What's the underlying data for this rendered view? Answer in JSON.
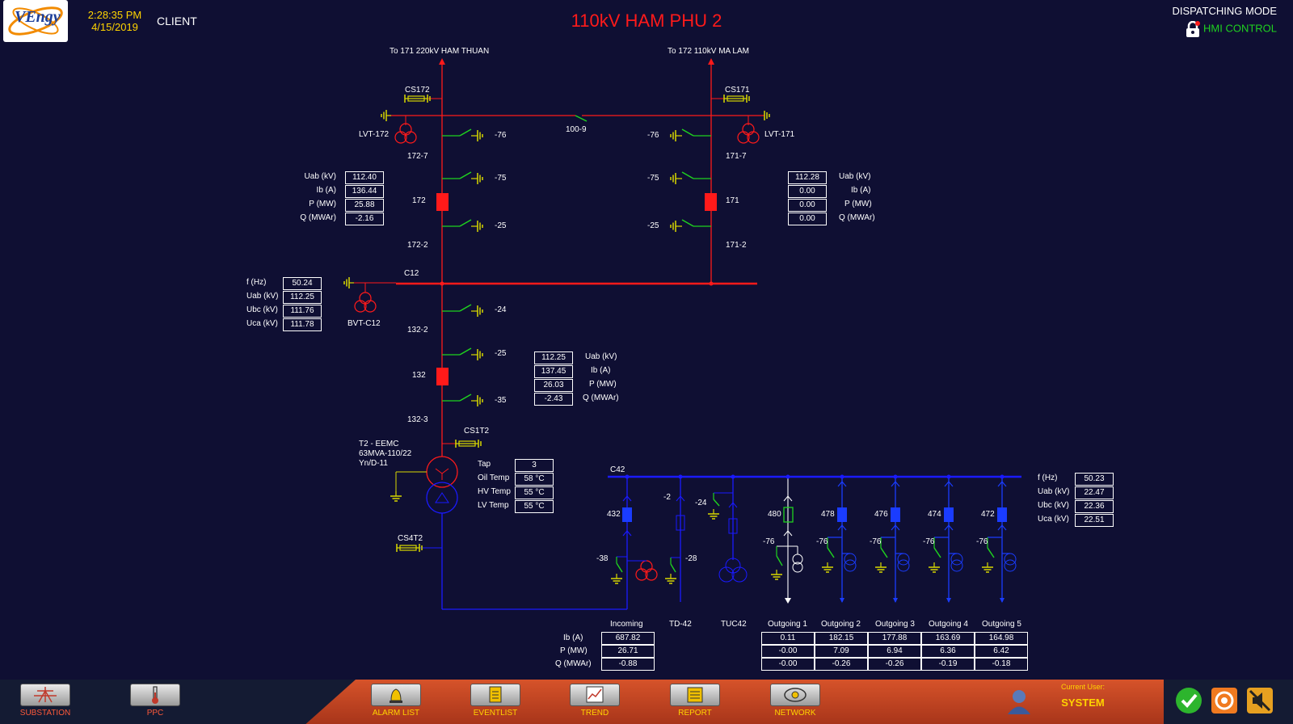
{
  "header": {
    "logo_text": "VEngy",
    "time": "2:28:35 PM",
    "date": "4/15/2019",
    "client": "CLIENT",
    "title": "110kV HAM PHU 2",
    "mode_label": "DISPATCHING MODE",
    "control_label": "HMI CONTROL"
  },
  "lines": {
    "left_feeder": "To 171 220kV HAM THUAN",
    "right_feeder": "To 172 110kV MA LAM"
  },
  "labels": {
    "cs172": "CS172",
    "cs171": "CS171",
    "lvt172": "LVT-172",
    "lvt171": "LVT-171",
    "d100_9": "100-9",
    "n172_7": "172-7",
    "n171_7": "171-7",
    "n172": "172",
    "n171": "171",
    "n172_2": "172-2",
    "n171_2": "171-2",
    "c12": "C12",
    "bvtc12": "BVT-C12",
    "n132_2": "132-2",
    "n132": "132",
    "n132_3": "132-3",
    "cs1t2": "CS1T2",
    "cs4t2": "CS4T2",
    "t2_line1": "T2 - EEMC",
    "t2_line2": "63MVA-110/22",
    "t2_line3": "Yn/D-11",
    "c42": "C42",
    "m76": "-76",
    "m75": "-75",
    "m25": "-25",
    "m24": "-24",
    "m35": "-35",
    "m2": "-2",
    "m38": "-38",
    "m28": "-28",
    "n432": "432",
    "n480": "480",
    "n478": "478",
    "n476": "476",
    "n474": "474",
    "n472": "472"
  },
  "meas_172": {
    "labels": [
      "Uab (kV)",
      "Ib (A)",
      "P (MW)",
      "Q (MWAr)"
    ],
    "values": [
      "112.40",
      "136.44",
      "25.88",
      "-2.16"
    ]
  },
  "meas_171": {
    "labels": [
      "Uab (kV)",
      "Ib (A)",
      "P (MW)",
      "Q (MWAr)"
    ],
    "values": [
      "112.28",
      "0.00",
      "0.00",
      "0.00"
    ]
  },
  "meas_c12": {
    "labels": [
      "f (Hz)",
      "Uab (kV)",
      "Ubc (kV)",
      "Uca (kV)"
    ],
    "values": [
      "50.24",
      "112.25",
      "111.76",
      "111.78"
    ]
  },
  "meas_132": {
    "labels": [
      "Uab (kV)",
      "Ib (A)",
      "P (MW)",
      "Q (MWAr)"
    ],
    "values": [
      "112.25",
      "137.45",
      "26.03",
      "-2.43"
    ]
  },
  "meas_t2": {
    "labels": [
      "Tap",
      "Oil Temp",
      "HV Temp",
      "LV Temp"
    ],
    "values": [
      "3",
      "58 °C",
      "55 °C",
      "55 °C"
    ]
  },
  "meas_c42": {
    "labels": [
      "f (Hz)",
      "Uab (kV)",
      "Ubc (kV)",
      "Uca (kV)"
    ],
    "values": [
      "50.23",
      "22.47",
      "22.36",
      "22.51"
    ]
  },
  "bottom_table": {
    "row_labels": [
      "Ib (A)",
      "P (MW)",
      "Q (MWAr)"
    ],
    "columns": [
      {
        "name": "Incoming",
        "values": [
          "687.82",
          "26.71",
          "-0.88"
        ]
      },
      {
        "name": "TD-42",
        "values": []
      },
      {
        "name": "TUC42",
        "values": []
      },
      {
        "name": "Outgoing 1",
        "values": [
          "0.11",
          "-0.00",
          "-0.00"
        ]
      },
      {
        "name": "Outgoing 2",
        "values": [
          "182.15",
          "7.09",
          "-0.26"
        ]
      },
      {
        "name": "Outgoing 3",
        "values": [
          "177.88",
          "6.94",
          "-0.26"
        ]
      },
      {
        "name": "Outgoing 4",
        "values": [
          "163.69",
          "6.36",
          "-0.19"
        ]
      },
      {
        "name": "Outgoing 5",
        "values": [
          "164.98",
          "6.42",
          "-0.18"
        ]
      }
    ]
  },
  "toolbar": {
    "substation": "SUBSTATION",
    "ppc": "PPC",
    "alarm": "ALARM LIST",
    "event": "EVENTLIST",
    "trend": "TREND",
    "report": "REPORT",
    "network": "NETWORK",
    "current_user_label": "Current User:",
    "current_user": "SYSTEM"
  },
  "colors": {
    "bus110": "#ff1a1a",
    "bus22": "#1a1aff",
    "breaker_closed": "#ff1a1a",
    "breaker_22": "#1a3cff",
    "disconnector": "#1fd21f",
    "ground": "#d8d800",
    "header_date": "#ffd400"
  }
}
